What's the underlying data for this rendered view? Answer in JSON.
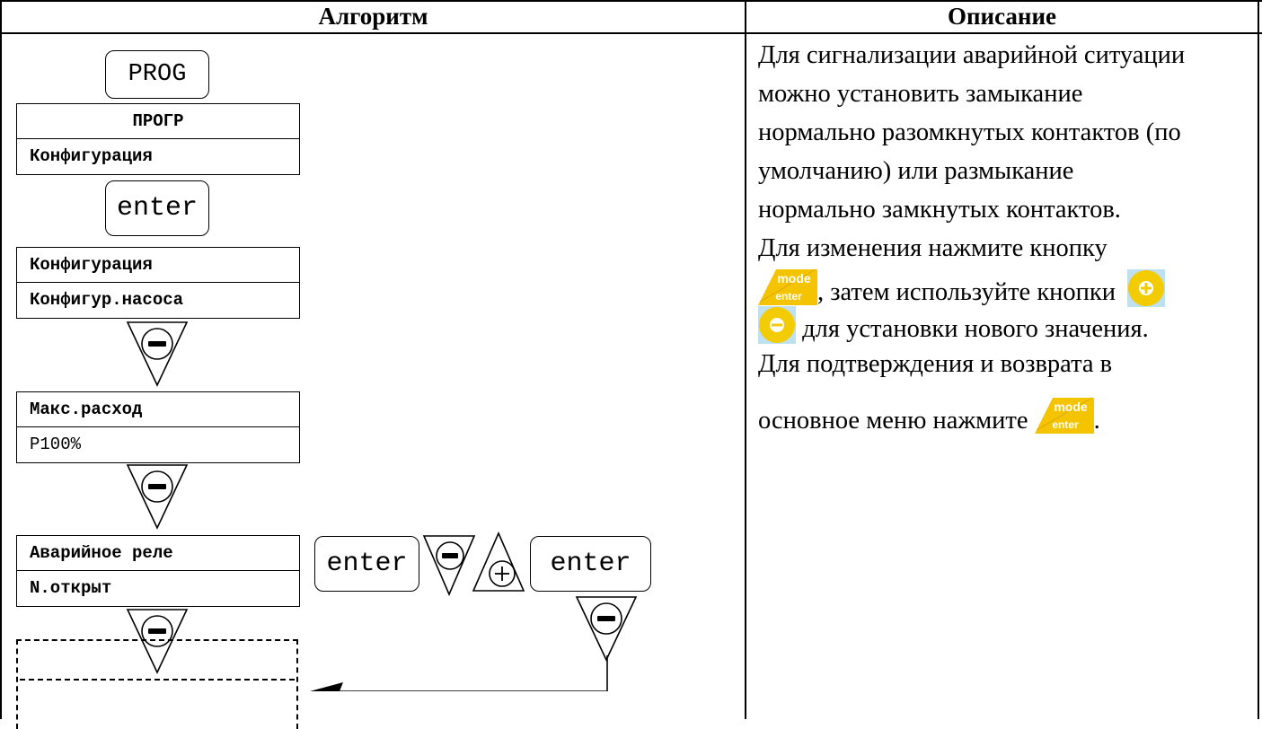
{
  "header": {
    "algorithm": "Алгоритм",
    "description": "Описание"
  },
  "algorithm": {
    "key_prog": "PROG",
    "key_enter": "enter",
    "lcd1": {
      "line1": "ПРОГР",
      "line2": "Конфигурация"
    },
    "lcd2": {
      "line1": "Конфигурация",
      "line2": "Конфигур.насоса"
    },
    "lcd3": {
      "line1": "Макс.расход",
      "line2": "P100%"
    },
    "lcd4": {
      "line1": "Аварийное реле",
      "line2": "N.открыт"
    }
  },
  "description": {
    "line1": "Для сигнализации аварийной ситуации",
    "line2": "можно установить замыкание",
    "line3": "нормально разомкнутых контактов (по",
    "line4": "умолчанию) или размыкание",
    "line5": "нормально замкнутых контактов.",
    "line6": "Для изменения нажмите кнопку",
    "line7_text": ", затем используйте кнопки",
    "line8_text": " для установки нового значения.",
    "line9": "Для подтверждения и возврата в",
    "line10_text": "основное меню нажмите",
    "line10_end": ".",
    "mode_button": {
      "top": "mode",
      "bottom": "enter"
    }
  },
  "colors": {
    "mode_button_yellow": "#f5c400",
    "mode_button_white_text": "#ffffff",
    "round_button_yellow": "#f2cc00",
    "round_button_bg": "#bfe0f0"
  }
}
